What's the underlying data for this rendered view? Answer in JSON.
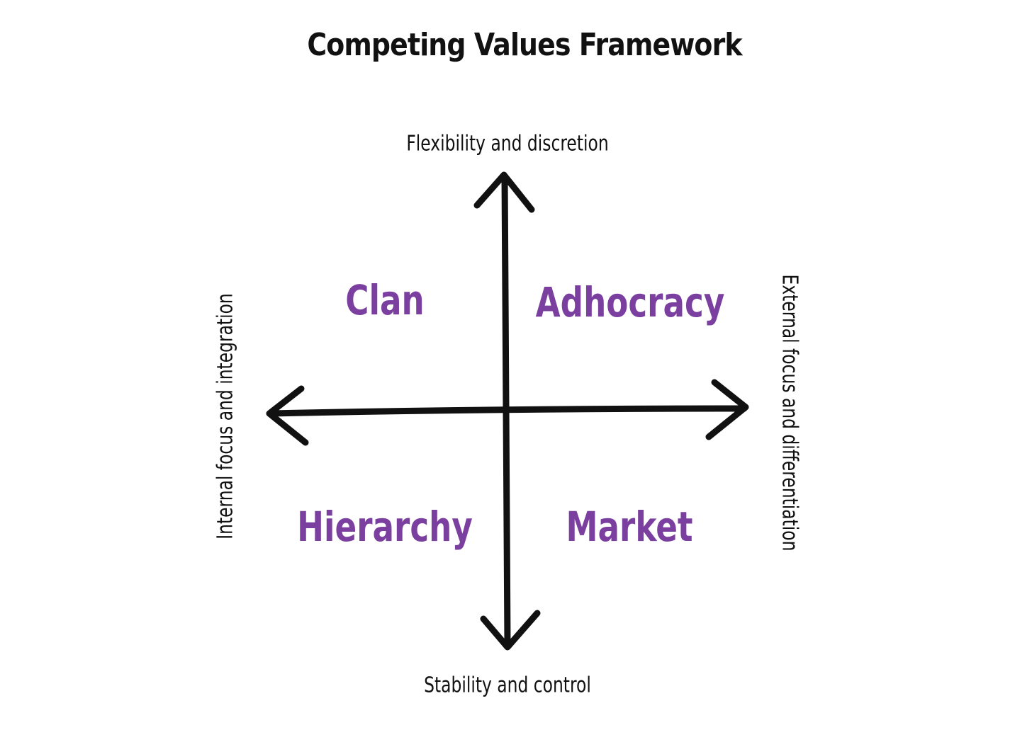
{
  "title": "Competing Values Framework",
  "axes": {
    "top": "Flexibility and discretion",
    "bottom": "Stability and control",
    "left": "Internal focus and integration",
    "right": "External focus and differentiation"
  },
  "quadrants": {
    "top_left": "Clan",
    "top_right": "Adhocracy",
    "bottom_left": "Hierarchy",
    "bottom_right": "Market"
  },
  "colors": {
    "quadrant_text": "#7b3fa0",
    "ink": "#111111",
    "background": "#ffffff"
  }
}
